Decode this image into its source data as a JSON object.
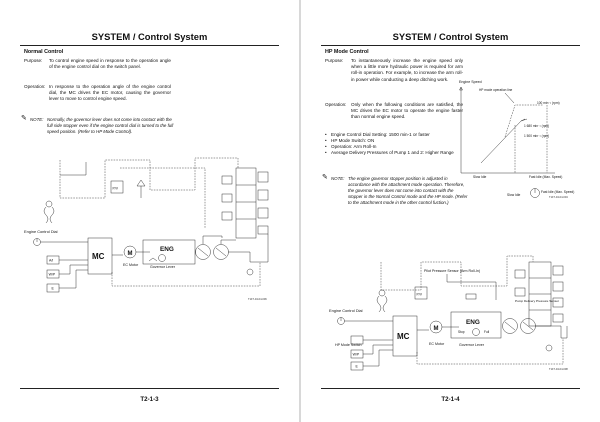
{
  "left": {
    "title": "SYSTEM / Control System",
    "section": "Normal Control",
    "purpose_label": "Purpose:",
    "purpose_text": "To control engine speed in response to the operation angle of the engine control dial on the switch panel.",
    "operation_label": "Operation:",
    "operation_text": "In response to the operation angle of the engine control dial, the MC drives the EC motor, causing the governor lever to move to control engine speed.",
    "note_label": "NOTE:",
    "note_text": "Normally, the governor lever does not come into contact with the full side stopper even if the engine control dial is turned to the full speed position. (Refer to HP Mode Control).",
    "diagram": {
      "engine_control_dial": "Engine Control Dial",
      "mc": "MC",
      "m": "M",
      "eng": "ENG",
      "ec_motor": "EC Motor",
      "governor_lever": "Governor Lever",
      "ai": "A/I",
      "wp": "W/P",
      "e": "E",
      "pv": "P/V",
      "code": "T1F7-04-04-006"
    },
    "page_number": "T2-1-3"
  },
  "right": {
    "title": "SYSTEM / Control System",
    "section": "HP Mode Control",
    "purpose_label": "Purpose:",
    "purpose_text": "To instantaneously increase the engine speed only when a little more hydraulic power is required for arm roll-in operation. For example, to increase the arm roll-in power while conducting a deep ditching work.",
    "operation_label": "Operation:",
    "operation_text": "Only when the following conditions are satisfied, the MC drives the EC motor to operate the engine faster than normal engine speed.",
    "bullets": [
      "Engine Control Dial Setting: 1500 min-1 or faster",
      "HP Mode Switch: ON",
      "Operation: Arm Roll-In",
      "Average Delivery Pressures of Pump 1 and 2: Higher Range"
    ],
    "note_label": "NOTE:",
    "note_text": "The engine governor stopper position is adjusted in accordance with the attachment mode operation. Therefore, the governor lever does not come into contact with the stopper in the Normal Control mode and the HP mode. (Refer to the attachment mode in the other control fuction.)",
    "graph": {
      "ylabel": "Engine Speed",
      "hp_label": "HP mode operation line",
      "v100": "100 min⁻¹ (rpm)",
      "v1680": "1 680 min⁻¹ (rpm)",
      "v1500": "1 500 min⁻¹ (rpm)",
      "slow_idle": "Slow Idle",
      "fast_idle": "Fast Idle (Max. Speed)",
      "dial_slow": "Slow Idle",
      "dial_fast": "Fast Idle (Max. Speed)",
      "code": "T1F7-04-04-004"
    },
    "diagram": {
      "pilot_sensor": "Pilot Pressure Sensor (Arm Roll-In)",
      "pump_sensor": "Pump Delivery Pressure Sensor",
      "engine_control_dial": "Engine Control Dial",
      "hp_mode_switch": "HP Mode Switch",
      "mc": "MC",
      "m": "M",
      "eng": "ENG",
      "stop": "Stop",
      "full": "Full",
      "ec_motor": "EC Motor",
      "governor_lever": "Governor Lever",
      "wp": "W/P",
      "e": "E",
      "pv": "P/V",
      "code": "T1F7-04-04-008"
    },
    "page_number": "T2-1-4"
  }
}
